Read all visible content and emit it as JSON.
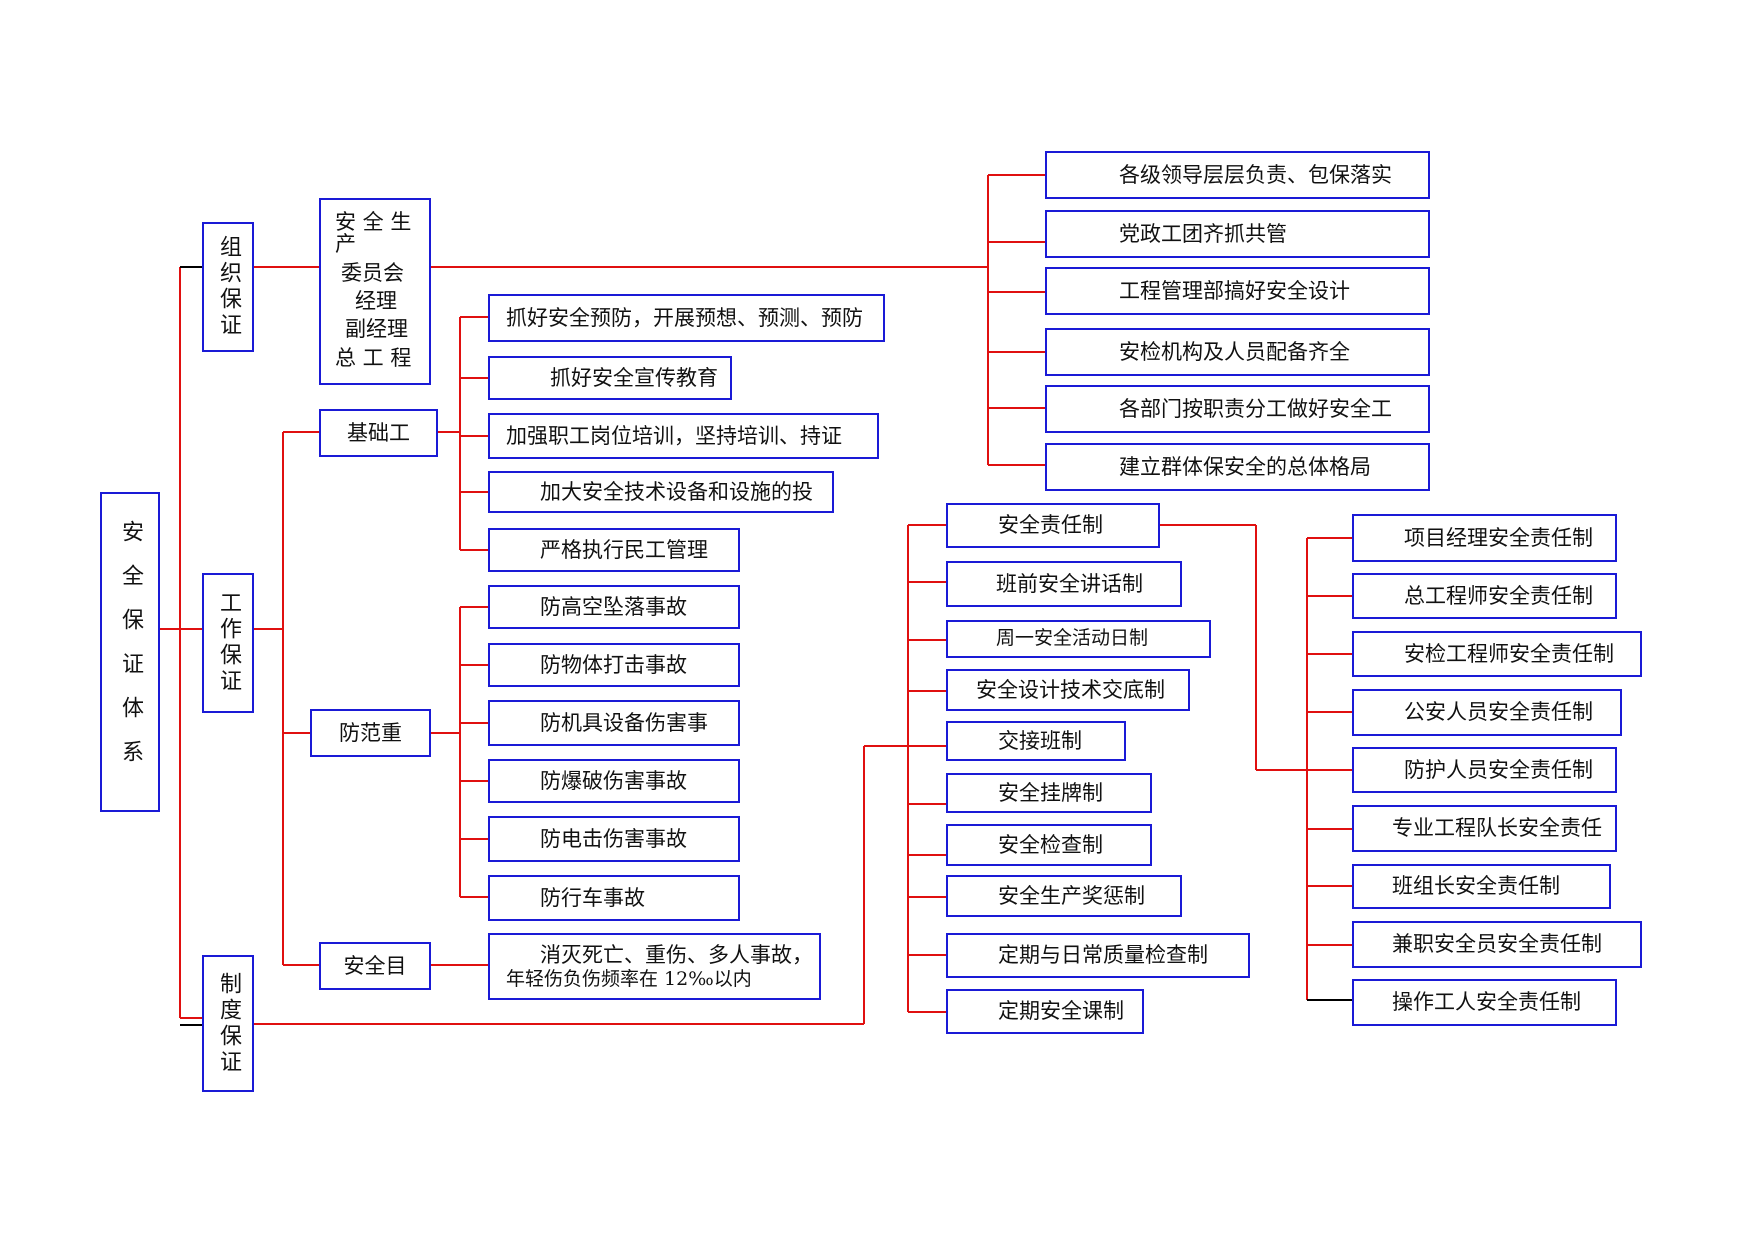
{
  "colors": {
    "line": "#e01010",
    "border": "#1a1ad6",
    "black_line": "#000000"
  },
  "root": "安全保证体系",
  "org": {
    "label": "组织保证",
    "committee": [
      "安 全 生",
      "产",
      "委员会",
      "经理",
      "副经理",
      "总 工 程"
    ],
    "items": [
      "各级领导层层负责、包保落实",
      "党政工团齐抓共管",
      "工程管理部搞好安全设计",
      "安检机构及人员配备齐全",
      "各部门按职责分工做好安全工",
      "建立群体保安全的总体格局"
    ]
  },
  "work": {
    "label": "工作保证",
    "basic": {
      "label": "基础工",
      "items": [
        "抓好安全预防，开展预想、预测、预防",
        "抓好安全宣传教育",
        "加强职工岗位培训，坚持培训、持证",
        "加大安全技术设备和设施的投",
        "严格执行民工管理"
      ]
    },
    "prevent": {
      "label": "防范重",
      "items": [
        "防高空坠落事故",
        "防物体打击事故",
        "防机具设备伤害事",
        "防爆破伤害事故",
        "防电击伤害事故",
        "防行车事故"
      ]
    },
    "goal": {
      "label": "安全目",
      "text_line1": "消灭死亡、重伤、多人事故，",
      "text_line2": "年轻伤负伤频率在 12‰以内"
    }
  },
  "system": {
    "label": "制度保证",
    "items": [
      "安全责任制",
      "班前安全讲话制",
      "周一安全活动日制",
      "安全设计技术交底制",
      "交接班制",
      "安全挂牌制",
      "安全检查制",
      "安全生产奖惩制",
      "定期与日常质量检查制",
      "定期安全课制"
    ],
    "responsibility": [
      "项目经理安全责任制",
      "总工程师安全责任制",
      "安检工程师安全责任制",
      "公安人员安全责任制",
      "防护人员安全责任制",
      "专业工程队长安全责任",
      "班组长安全责任制",
      "兼职安全员安全责任制",
      "操作工人安全责任制"
    ]
  }
}
